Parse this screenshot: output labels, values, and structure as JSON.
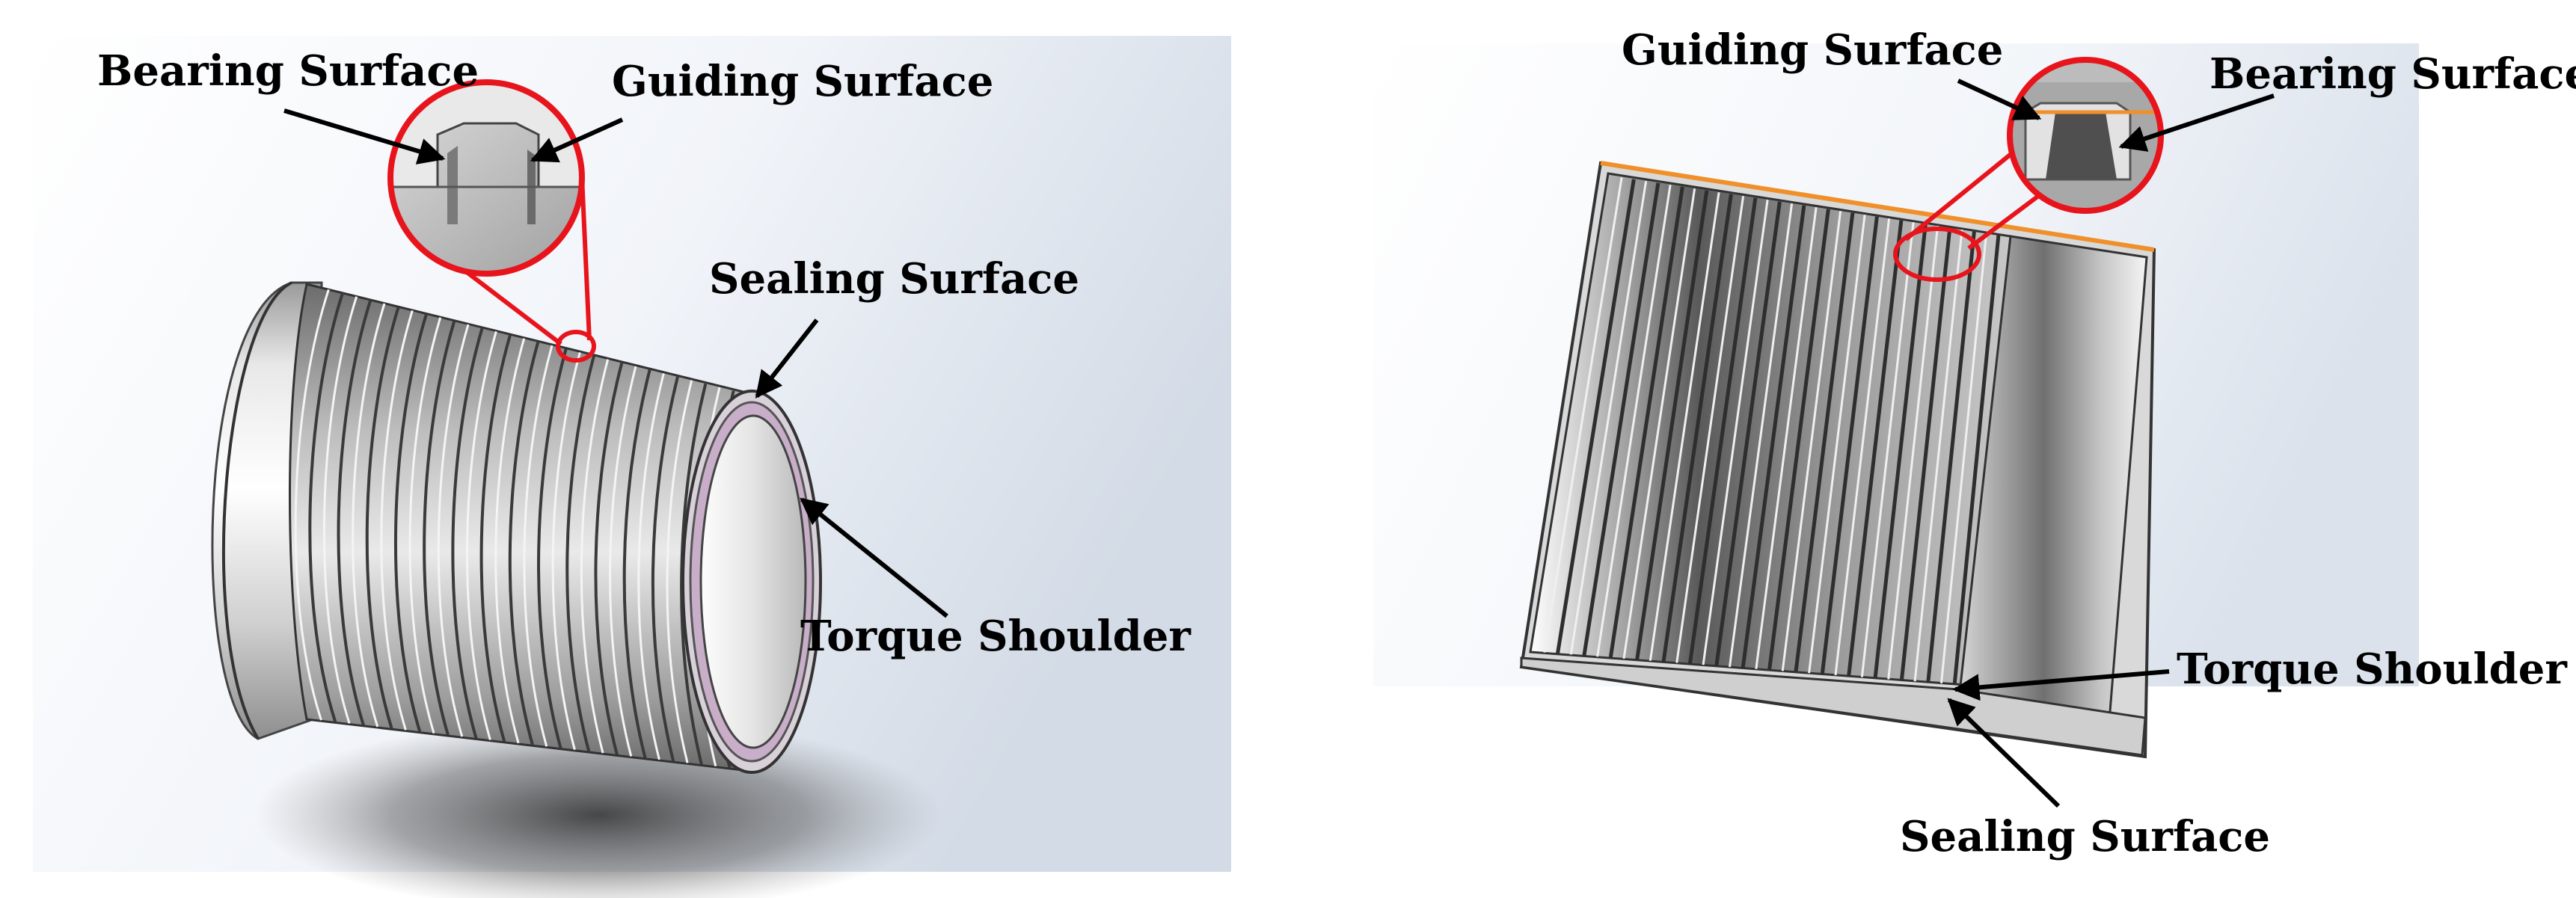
{
  "panels": [
    {
      "id": "external",
      "labels": {
        "bearing": "Bearing Surface",
        "guiding": "Guiding Surface",
        "sealing": "Sealing Surface",
        "torque": "Torque Shoulder"
      }
    },
    {
      "id": "section",
      "labels": {
        "guiding": "Guiding Surface",
        "bearing": "Bearing Surface",
        "torque": "Torque Shoulder",
        "sealing": "Sealing Surface"
      }
    }
  ],
  "colors": {
    "callout": "#e8141c",
    "arrow": "#000000",
    "edge_highlight": "#f0902a",
    "seal_tint": "#c8aec8"
  },
  "icons": [
    "zoom-callout-circle",
    "pointer-arrow"
  ],
  "thread_count": {
    "external": 30,
    "section": 32
  }
}
